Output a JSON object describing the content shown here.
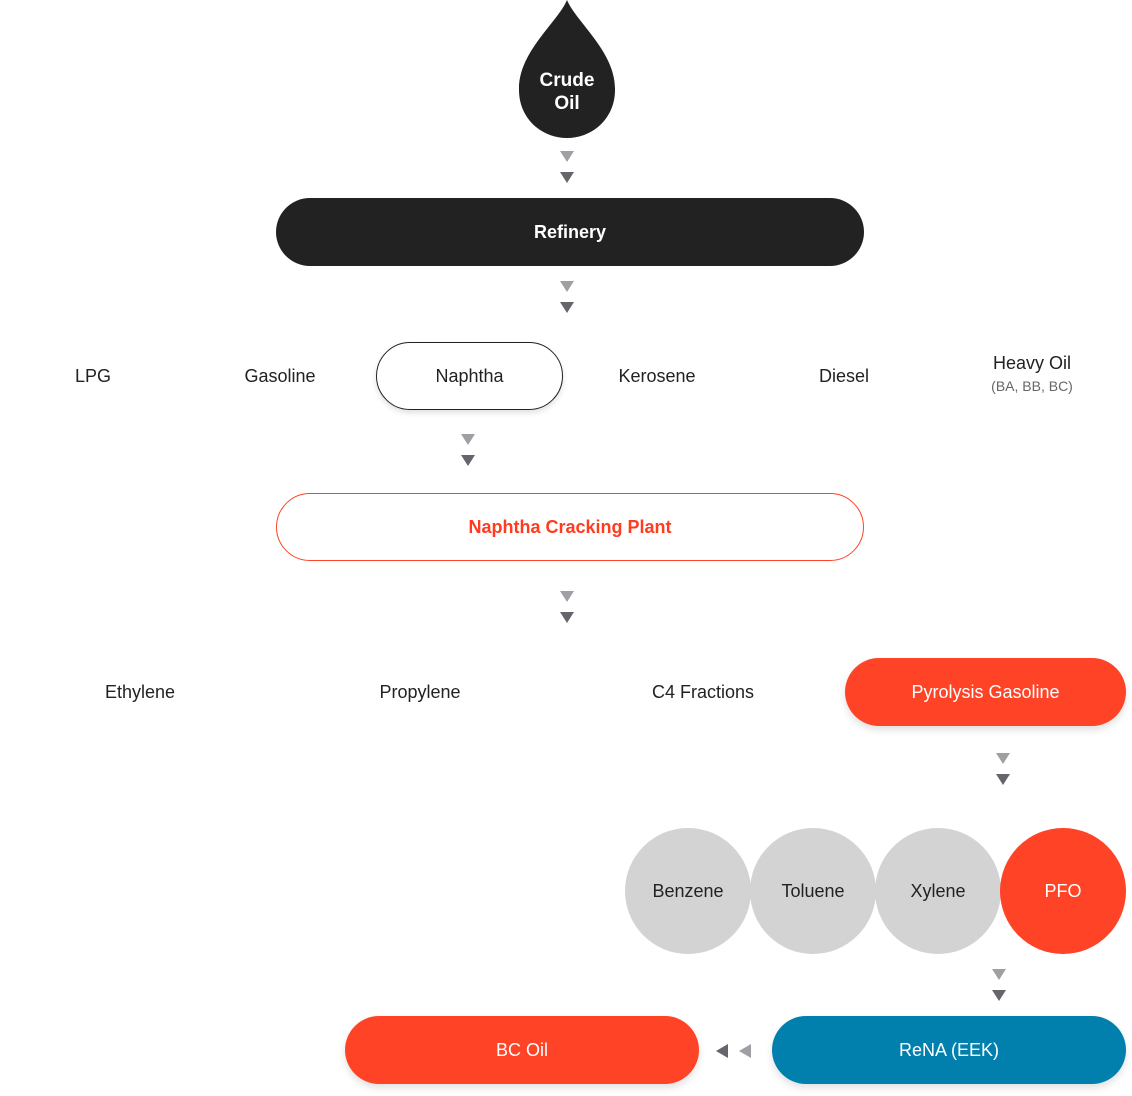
{
  "crude_oil": {
    "line1": "Crude",
    "line2": "Oil"
  },
  "refinery": "Refinery",
  "refinery_products": {
    "lpg": "LPG",
    "gasoline": "Gasoline",
    "naphtha": "Naphtha",
    "kerosene": "Kerosene",
    "diesel": "Diesel",
    "heavy_oil": "Heavy Oil",
    "heavy_oil_sub": "(BA, BB, BC)"
  },
  "naphtha_cracking_plant": "Naphtha Cracking Plant",
  "cracking_products": {
    "ethylene": "Ethylene",
    "propylene": "Propylene",
    "c4_fractions": "C4 Fractions",
    "pyrolysis_gasoline": "Pyrolysis Gasoline"
  },
  "pygas_products": {
    "benzene": "Benzene",
    "toluene": "Toluene",
    "xylene": "Xylene",
    "pfo": "PFO"
  },
  "rena": "ReNA (EEK)",
  "bc_oil": "BC Oil",
  "colors": {
    "dark": "#222222",
    "accent_red": "#ff4326",
    "blue": "#0180ae",
    "circle_grey": "#d3d3d3",
    "arrow_light": "#a0a0a4",
    "arrow_dark": "#65656b"
  },
  "icons": {
    "flow_arrow_down": "double-triangle-down",
    "flow_arrow_left": "double-triangle-left",
    "crude": "oil-drop"
  }
}
